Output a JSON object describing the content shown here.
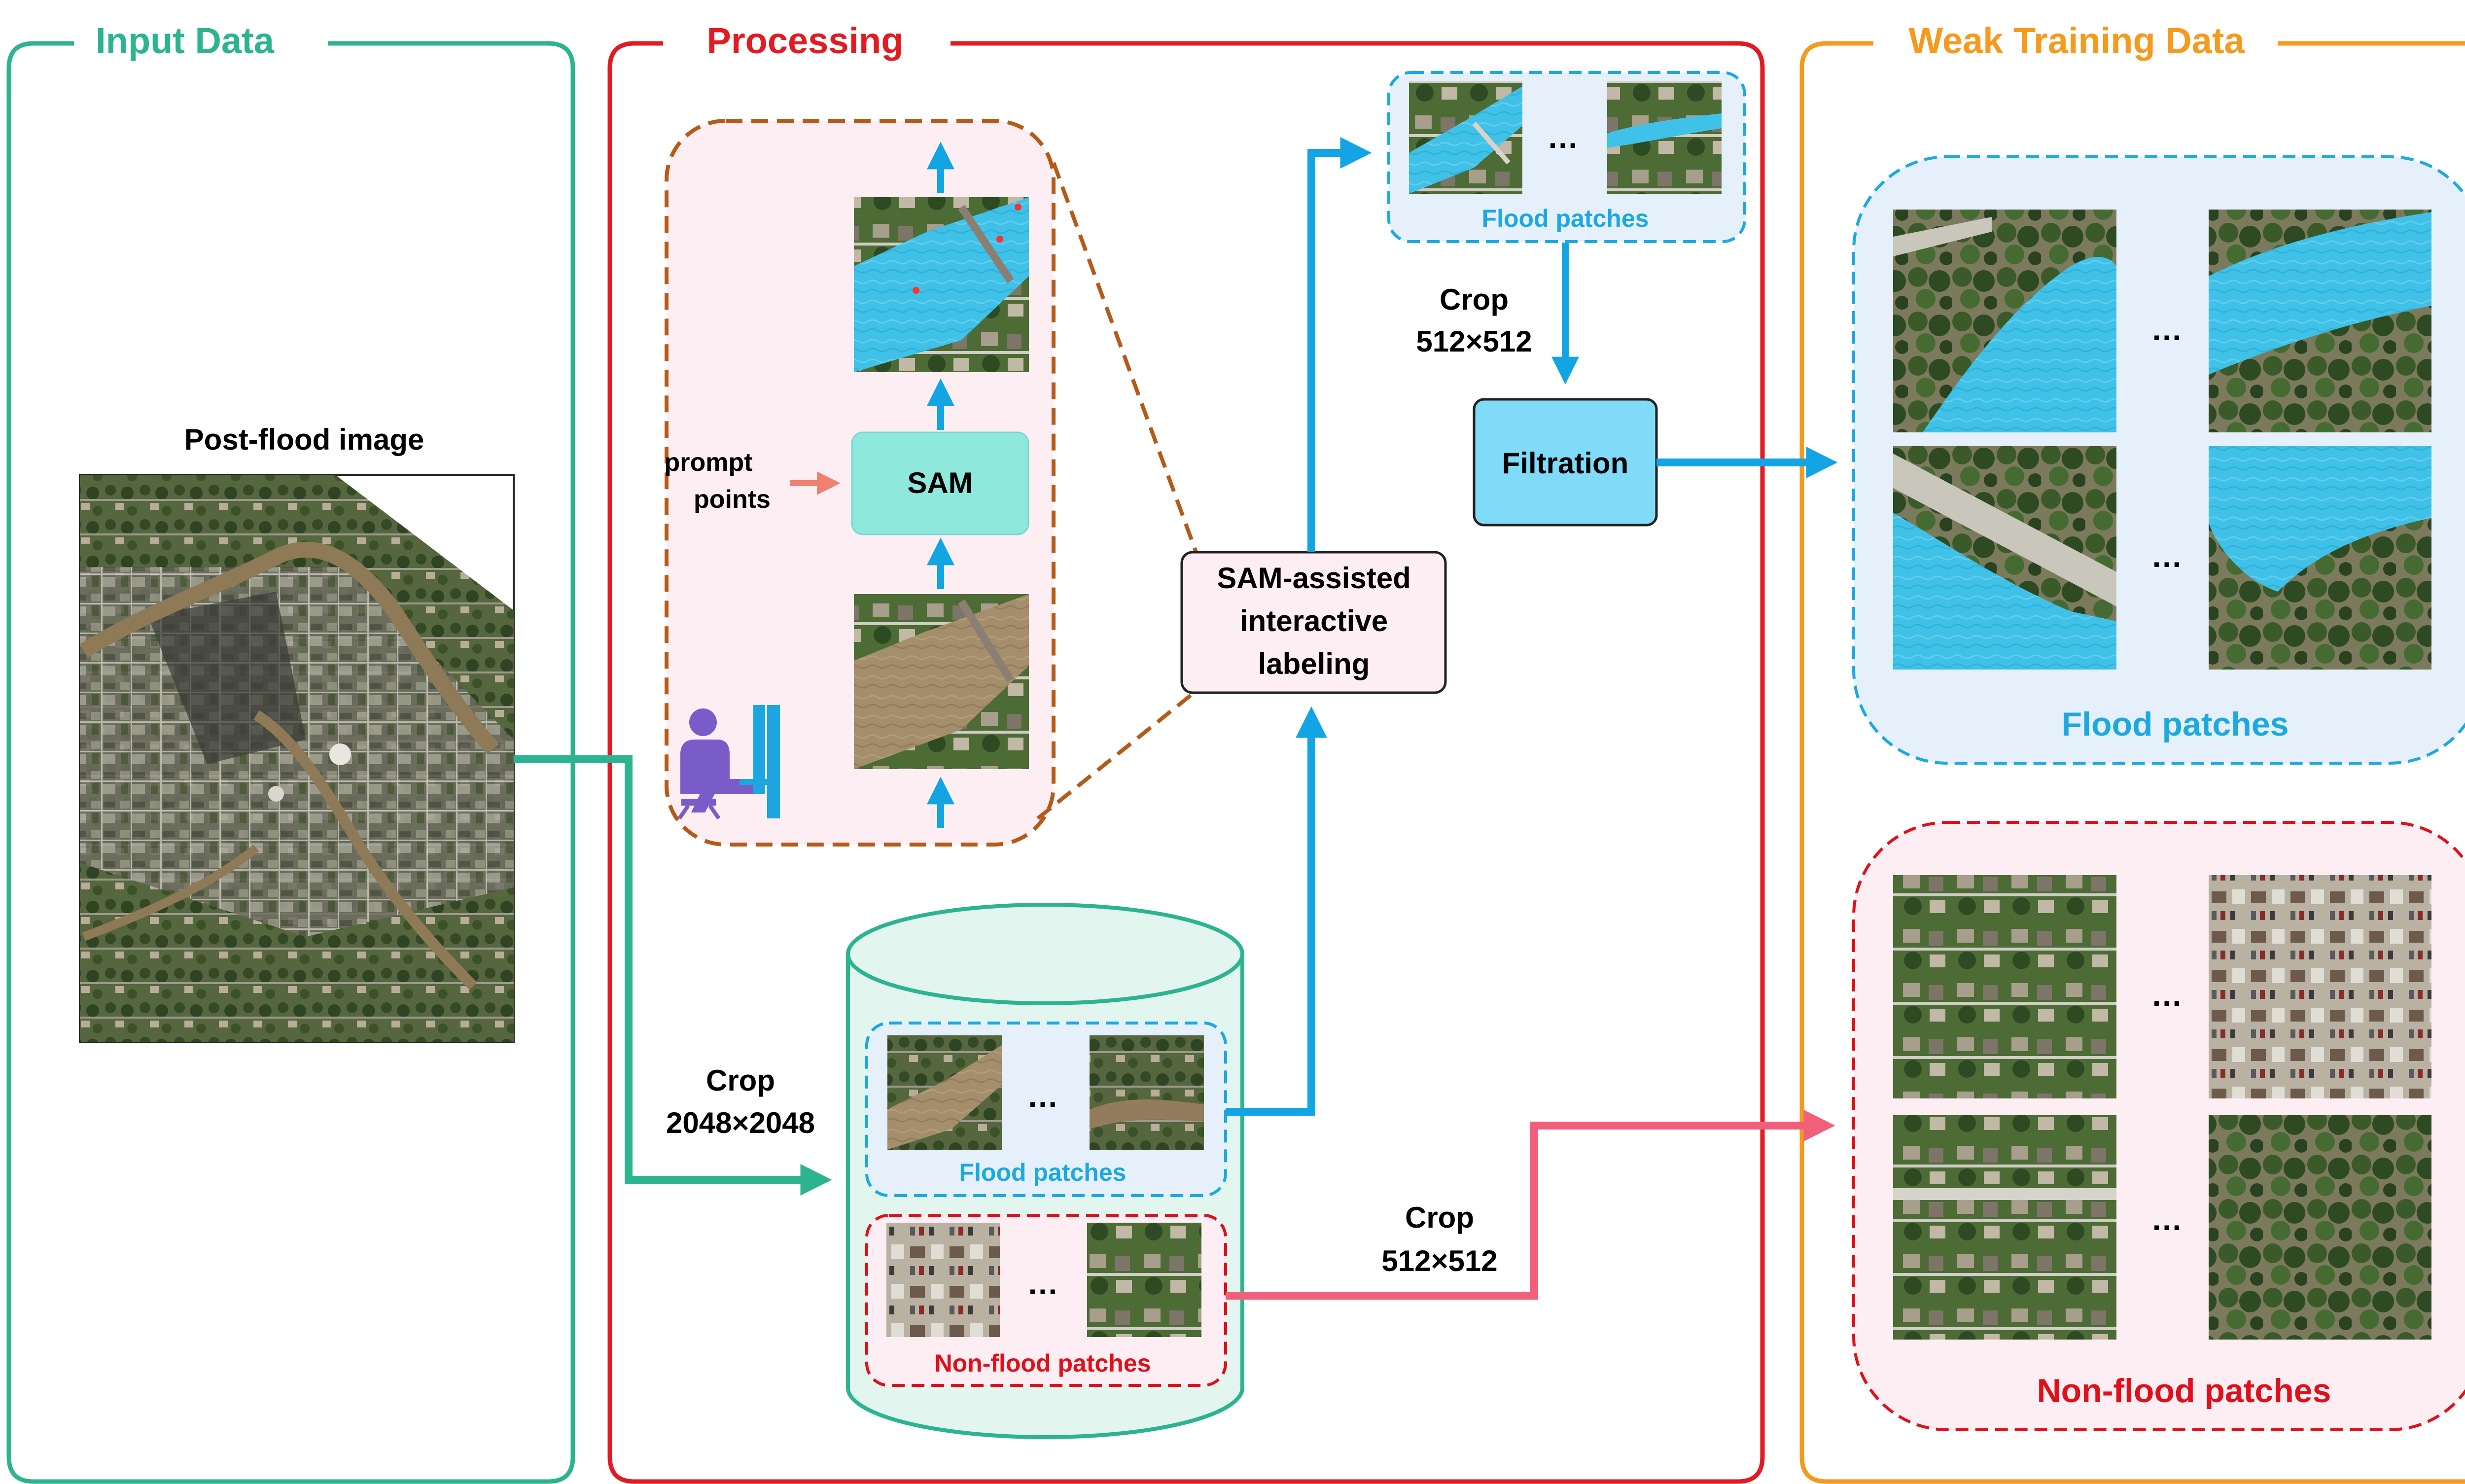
{
  "sections": {
    "input": {
      "title": "Input Data",
      "color": "#2bb48f"
    },
    "processing": {
      "title": "Processing",
      "color": "#e21b23"
    },
    "weak": {
      "title": "Weak Training Data",
      "color": "#f59a1c"
    }
  },
  "input": {
    "image_label": "Post-flood image"
  },
  "crop_large": {
    "line1": "Crop",
    "line2": "2048×2048"
  },
  "crop_small_top": {
    "line1": "Crop",
    "line2": "512×512"
  },
  "crop_small_bottom": {
    "line1": "Crop",
    "line2": "512×512"
  },
  "sam_detail": {
    "prompt_line1": "prompt",
    "prompt_line2": "points",
    "sam_label": "SAM"
  },
  "labeling_box": {
    "line1": "SAM-assisted",
    "line2": "interactive",
    "line3": "labeling"
  },
  "filtration": {
    "label": "Filtration"
  },
  "database": {
    "flood_label": "Flood patches",
    "nonflood_label": "Non-flood patches"
  },
  "top_patches": {
    "label": "Flood patches"
  },
  "output": {
    "flood_label": "Flood patches",
    "nonflood_label": "Non-flood patches"
  },
  "ellipsis": "…",
  "colors": {
    "flow_blue": "#13a4e3",
    "flow_green": "#2bb48f",
    "flow_pink": "#f0607a",
    "water": "#3cc0e6",
    "brown": "#b55a18",
    "sam_box": "#8ee8dc",
    "filtration_box": "#7fdbf7"
  }
}
